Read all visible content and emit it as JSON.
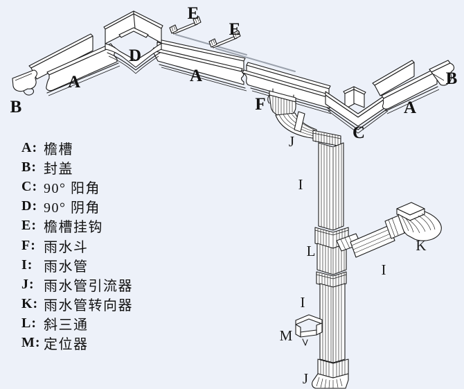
{
  "colors": {
    "background": "#edf1f9",
    "line": "#1a1a1a",
    "hanger_rod_gray": "#9aa1ac",
    "text": "#121212"
  },
  "legend": {
    "items": [
      {
        "key": "A:",
        "label": "檐槽"
      },
      {
        "key": "B:",
        "label": "封盖"
      },
      {
        "key": "C:",
        "label": "90° 阳角"
      },
      {
        "key": "D:",
        "label": "90° 阴角"
      },
      {
        "key": "E:",
        "label": "檐槽挂钩"
      },
      {
        "key": "F:",
        "label": "雨水斗"
      },
      {
        "key": "I:",
        "label": "雨水管"
      },
      {
        "key": "J:",
        "label": "雨水管引流器"
      },
      {
        "key": "K:",
        "label": "雨水管转向器"
      },
      {
        "key": "L:",
        "label": "斜三通"
      },
      {
        "key": "M:",
        "label": "定位器"
      }
    ]
  },
  "diagram": {
    "labels": [
      {
        "text": "E"
      },
      {
        "text": "E"
      },
      {
        "text": "D"
      },
      {
        "text": "A"
      },
      {
        "text": "A"
      },
      {
        "text": "B"
      },
      {
        "text": "F"
      },
      {
        "text": "A"
      },
      {
        "text": "B"
      },
      {
        "text": "C"
      },
      {
        "text": "J"
      },
      {
        "text": "I"
      },
      {
        "text": "L"
      },
      {
        "text": "K"
      },
      {
        "text": "I"
      },
      {
        "text": "I"
      },
      {
        "text": "M"
      },
      {
        "text": "J"
      }
    ]
  }
}
